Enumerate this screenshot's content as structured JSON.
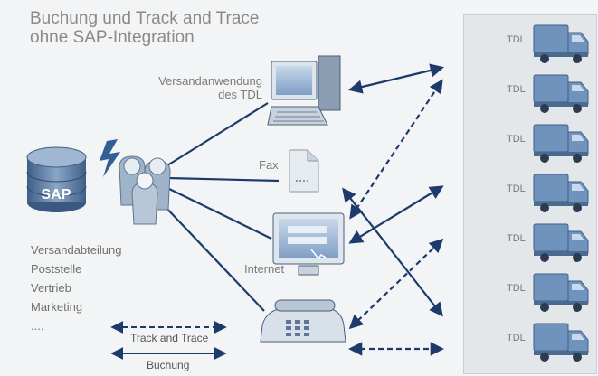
{
  "title": {
    "line1": "Buchung und Track and Trace",
    "line2": "ohne SAP-Integration"
  },
  "channels": {
    "shipping_app": {
      "line1": "Versandanwendung",
      "line2": "des TDL"
    },
    "fax": "Fax",
    "internet": "Internet"
  },
  "sap": {
    "label": "SAP"
  },
  "departments": [
    "Versandabteilung",
    "Poststelle",
    "Vertrieb",
    "Marketing",
    "...."
  ],
  "legend": {
    "dashed": "Track and Trace",
    "solid": "Buchung"
  },
  "carriers": {
    "label": "TDL",
    "count": 7
  },
  "colors": {
    "primary_line": "#1d3a6b",
    "panel_bg": "#e4e7e9",
    "truck_blue": "#6f93bd",
    "title": "#8a8a8a"
  }
}
